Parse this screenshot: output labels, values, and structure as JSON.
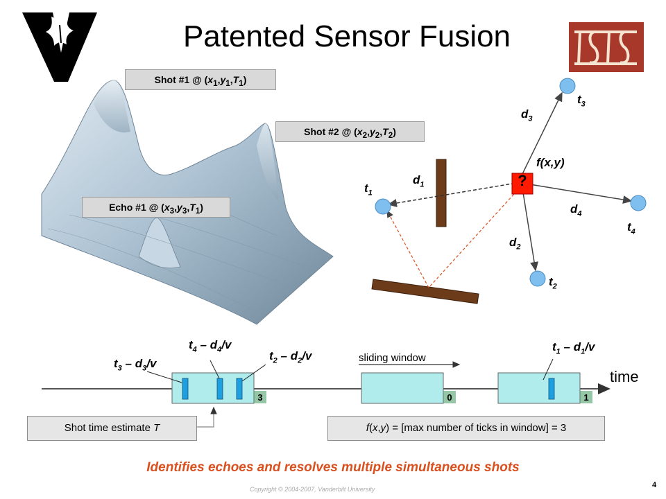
{
  "title": "Patented Sensor Fusion",
  "surface_labels": {
    "shot1": "Shot #1 @ (x1,y1,T1)",
    "shot2": "Shot #2 @ (x2,y2,T2)",
    "echo1": "Echo #1 @ (x3,y3,T1)"
  },
  "sensor_labels": {
    "t1": "t1",
    "t2": "t2",
    "t3": "t3",
    "t4": "t4",
    "d1": "d1",
    "d2": "d2",
    "d3": "d3",
    "d4": "d4",
    "fxy": "f(x,y)",
    "question": "?"
  },
  "timeline": {
    "axis_label": "time",
    "sliding_window": "sliding window",
    "tick_labels": {
      "t3_d3": "t3 – d3/v",
      "t4_d4": "t4 – d4/v",
      "t2_d2": "t2 – d2/v",
      "t1_d1": "t1 – d1/v"
    },
    "window_counts": [
      "3",
      "0",
      "1"
    ],
    "shot_time_estimate": "Shot time estimate T",
    "formula": "f(x,y) = [max number of ticks in window] = 3"
  },
  "conclusion": "Identifies echoes and resolves multiple simultaneous shots",
  "copyright": "Copyright © 2004-2007, Vanderbilt University",
  "page_number": "4",
  "logos": {
    "left": "V",
    "right": "ISIS"
  },
  "colors": {
    "wall": "#6b3b1a",
    "sensor": "#7fbfef",
    "window": "#b0ecec",
    "tick": "#1ea0e0",
    "accent": "#d9501e",
    "isis_red": "#a8382a",
    "surface": "#a9bfd0"
  }
}
